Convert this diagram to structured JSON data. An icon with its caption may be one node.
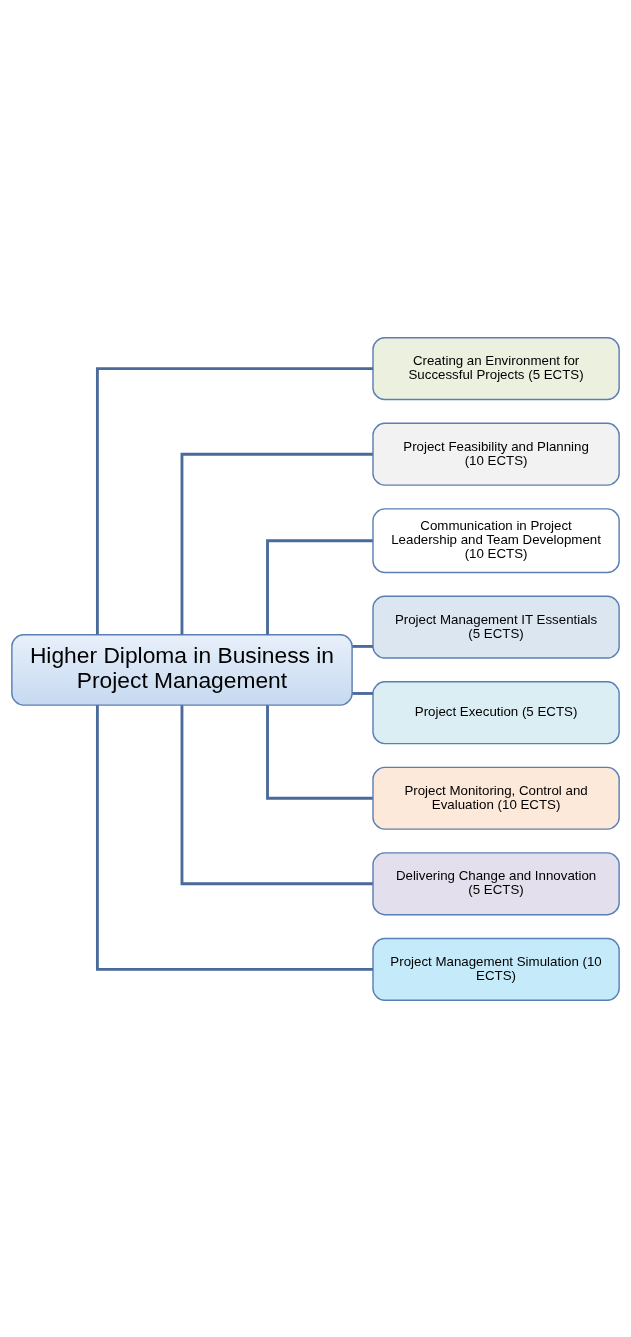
{
  "diagram": {
    "nodes": [
      {
        "text": [
          "Higher Diploma in Business in Project Management"
        ]
      },
      {
        "text": [
          "Creating an Environment for Successful Projects (5 ECTS)"
        ]
      },
      {
        "text": [
          "Project Feasibility and Planning (10 ECTS)"
        ]
      },
      {
        "text": [
          "Communication in Project Leadership and Team Development (10 ECTS)"
        ]
      },
      {
        "text": [
          "Project Management IT Essentials (5 ECTS)"
        ]
      },
      {
        "text": [
          "Project Execution (5 ECTS)"
        ]
      },
      {
        "text": [
          "Project Monitoring, Control and Evaluation (10 ECTS)"
        ]
      },
      {
        "text": [
          "Delivering Change and Innovation (5 ECTS)"
        ]
      },
      {
        "text": [
          "Project Management Simulation (10 ECTS)"
        ]
      }
    ],
    "edges": [
      {
        "from": 0,
        "to": 1,
        "arrow": "none"
      },
      {
        "from": 0,
        "to": 2,
        "arrow": "none"
      },
      {
        "from": 0,
        "to": 3,
        "arrow": "none"
      },
      {
        "from": 0,
        "to": 4,
        "arrow": "none"
      },
      {
        "from": 0,
        "to": 5,
        "arrow": "none"
      },
      {
        "from": 0,
        "to": 6,
        "arrow": "none"
      },
      {
        "from": 0,
        "to": 7,
        "arrow": "none"
      },
      {
        "from": 0,
        "to": 8,
        "arrow": "none"
      }
    ]
  }
}
